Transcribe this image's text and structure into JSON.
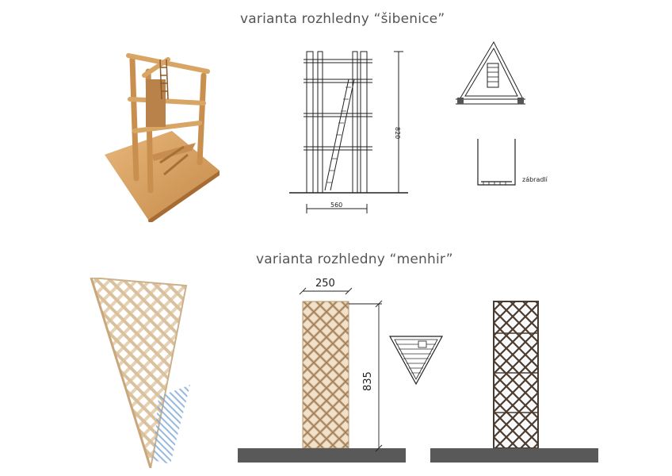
{
  "sections": [
    {
      "title": "varianta rozhledny “šibenice”",
      "drawing": {
        "height_label": "820",
        "width_label": "560",
        "detail_label": "zábradlí"
      }
    },
    {
      "title": "varianta rozhledny “menhir”",
      "drawing": {
        "width_label": "250",
        "height_label": "835"
      }
    }
  ],
  "colors": {
    "wood": "#d9a86b",
    "wood_dark": "#b07a3d",
    "lattice_light": "#e8d3b6",
    "lattice_dark": "#4a3b30",
    "ground": "#595959"
  }
}
